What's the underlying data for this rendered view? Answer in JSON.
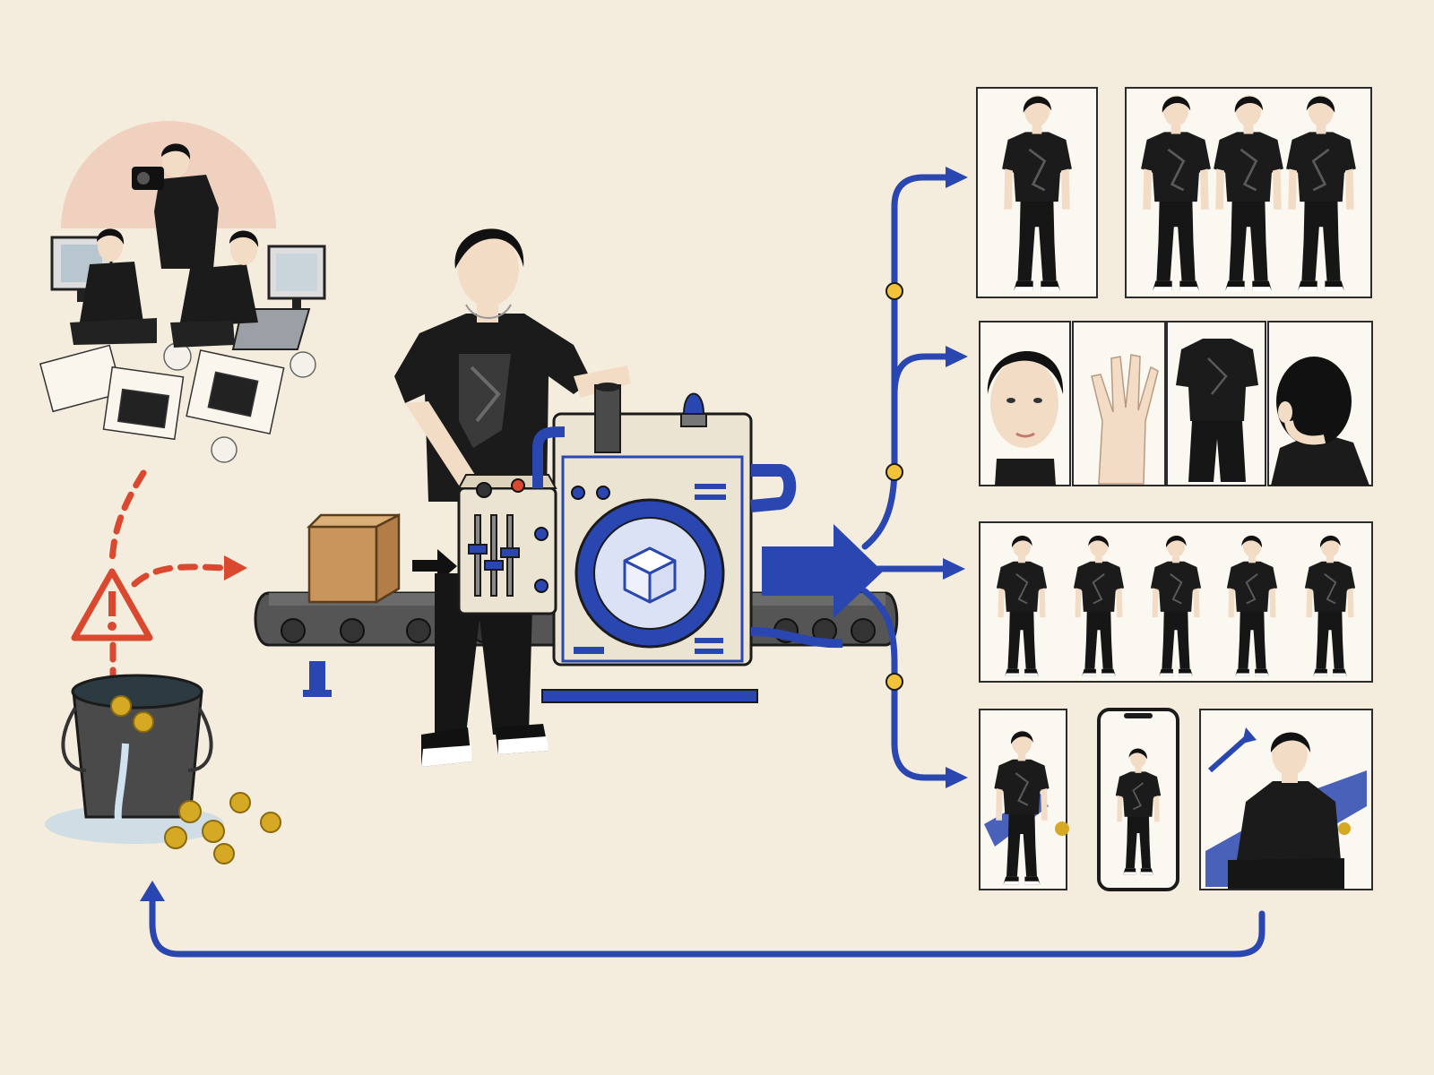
{
  "colors": {
    "paper": "#f4ecdc",
    "ink": "#1b1b1b",
    "flow_blue": "#2a46b0",
    "warning_red": "#d9482f",
    "coin_gold": "#d6a924",
    "node_gold": "#f2c23a",
    "box_brown": "#c9955b",
    "machine_cream": "#ece4d2",
    "skin": "#f3dcc6",
    "pink_circle": "#efc7b6"
  },
  "icons": {
    "warning": "warning-triangle-icon",
    "cube": "cube-icon",
    "beacon": "beacon-light-icon",
    "coin": "coin-icon",
    "bucket": "leaking-bucket-icon",
    "camera": "camera-icon",
    "phone": "phone-frame-icon"
  },
  "left_scene": {
    "problem_vignette": "manual-photoshoot-chaos",
    "bucket": "leaking-money-bucket"
  },
  "machine": {
    "type": "character-generation-machine",
    "slider_count": 3,
    "knob_count": 6
  },
  "outputs": {
    "row_1": {
      "type": "reference-sheet",
      "front_view_count": 1,
      "turnaround_view_count": 3
    },
    "row_2": {
      "type": "detail-closeups",
      "panels": [
        "face",
        "hand",
        "outfit",
        "hair-back"
      ]
    },
    "row_3": {
      "type": "pose-variations",
      "figure_count": 5
    },
    "row_4": {
      "type": "marketing-assets",
      "panels": [
        "poster",
        "phone-mockup",
        "seated-banner"
      ]
    }
  }
}
